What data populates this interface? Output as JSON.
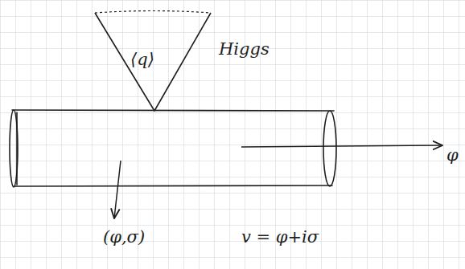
{
  "diagram": {
    "nodes": [
      {
        "text": [
          "⟨q⟩",
          "Higgs"
        ]
      }
    ],
    "labels": [
      "φ",
      "(φ,σ)",
      "v = φ+iσ"
    ]
  }
}
